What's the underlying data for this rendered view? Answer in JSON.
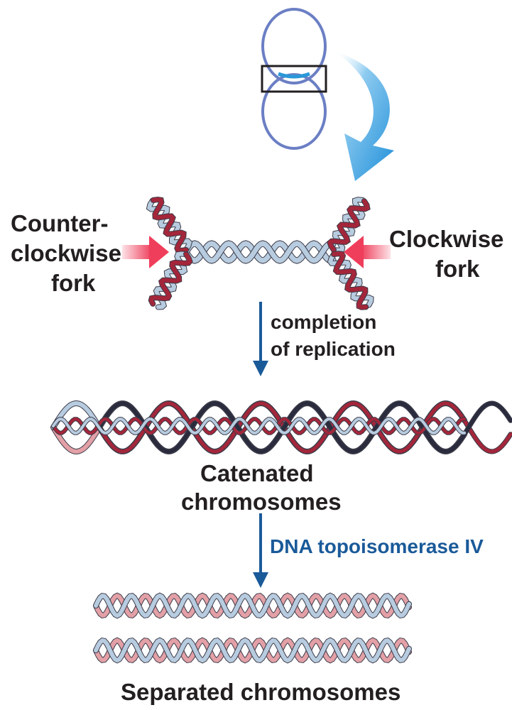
{
  "labels": {
    "counter_line1": "Counter-",
    "counter_line2": "clockwise",
    "counter_line3": "fork",
    "clockwise_line1": "Clockwise",
    "clockwise_line2": "fork",
    "completion_line1": "completion",
    "completion_line2": "of replication",
    "catenated_line1": "Catenated",
    "catenated_line2": "chromosomes",
    "enzyme": "DNA topoisomerase IV",
    "separated": "Separated chromosomes"
  },
  "colors": {
    "plasmid": "#6b7fc4",
    "highlight": "#2a98d8",
    "fork_arrow": "#ef3e5b",
    "step_arrow": "#1a5a99",
    "strand_dark_red": "#a4263a",
    "strand_light_red": "#e3a0a6",
    "strand_light_blue": "#b8cce0",
    "strand_dark_navy": "#2a2b3d",
    "text": "#231f20"
  }
}
